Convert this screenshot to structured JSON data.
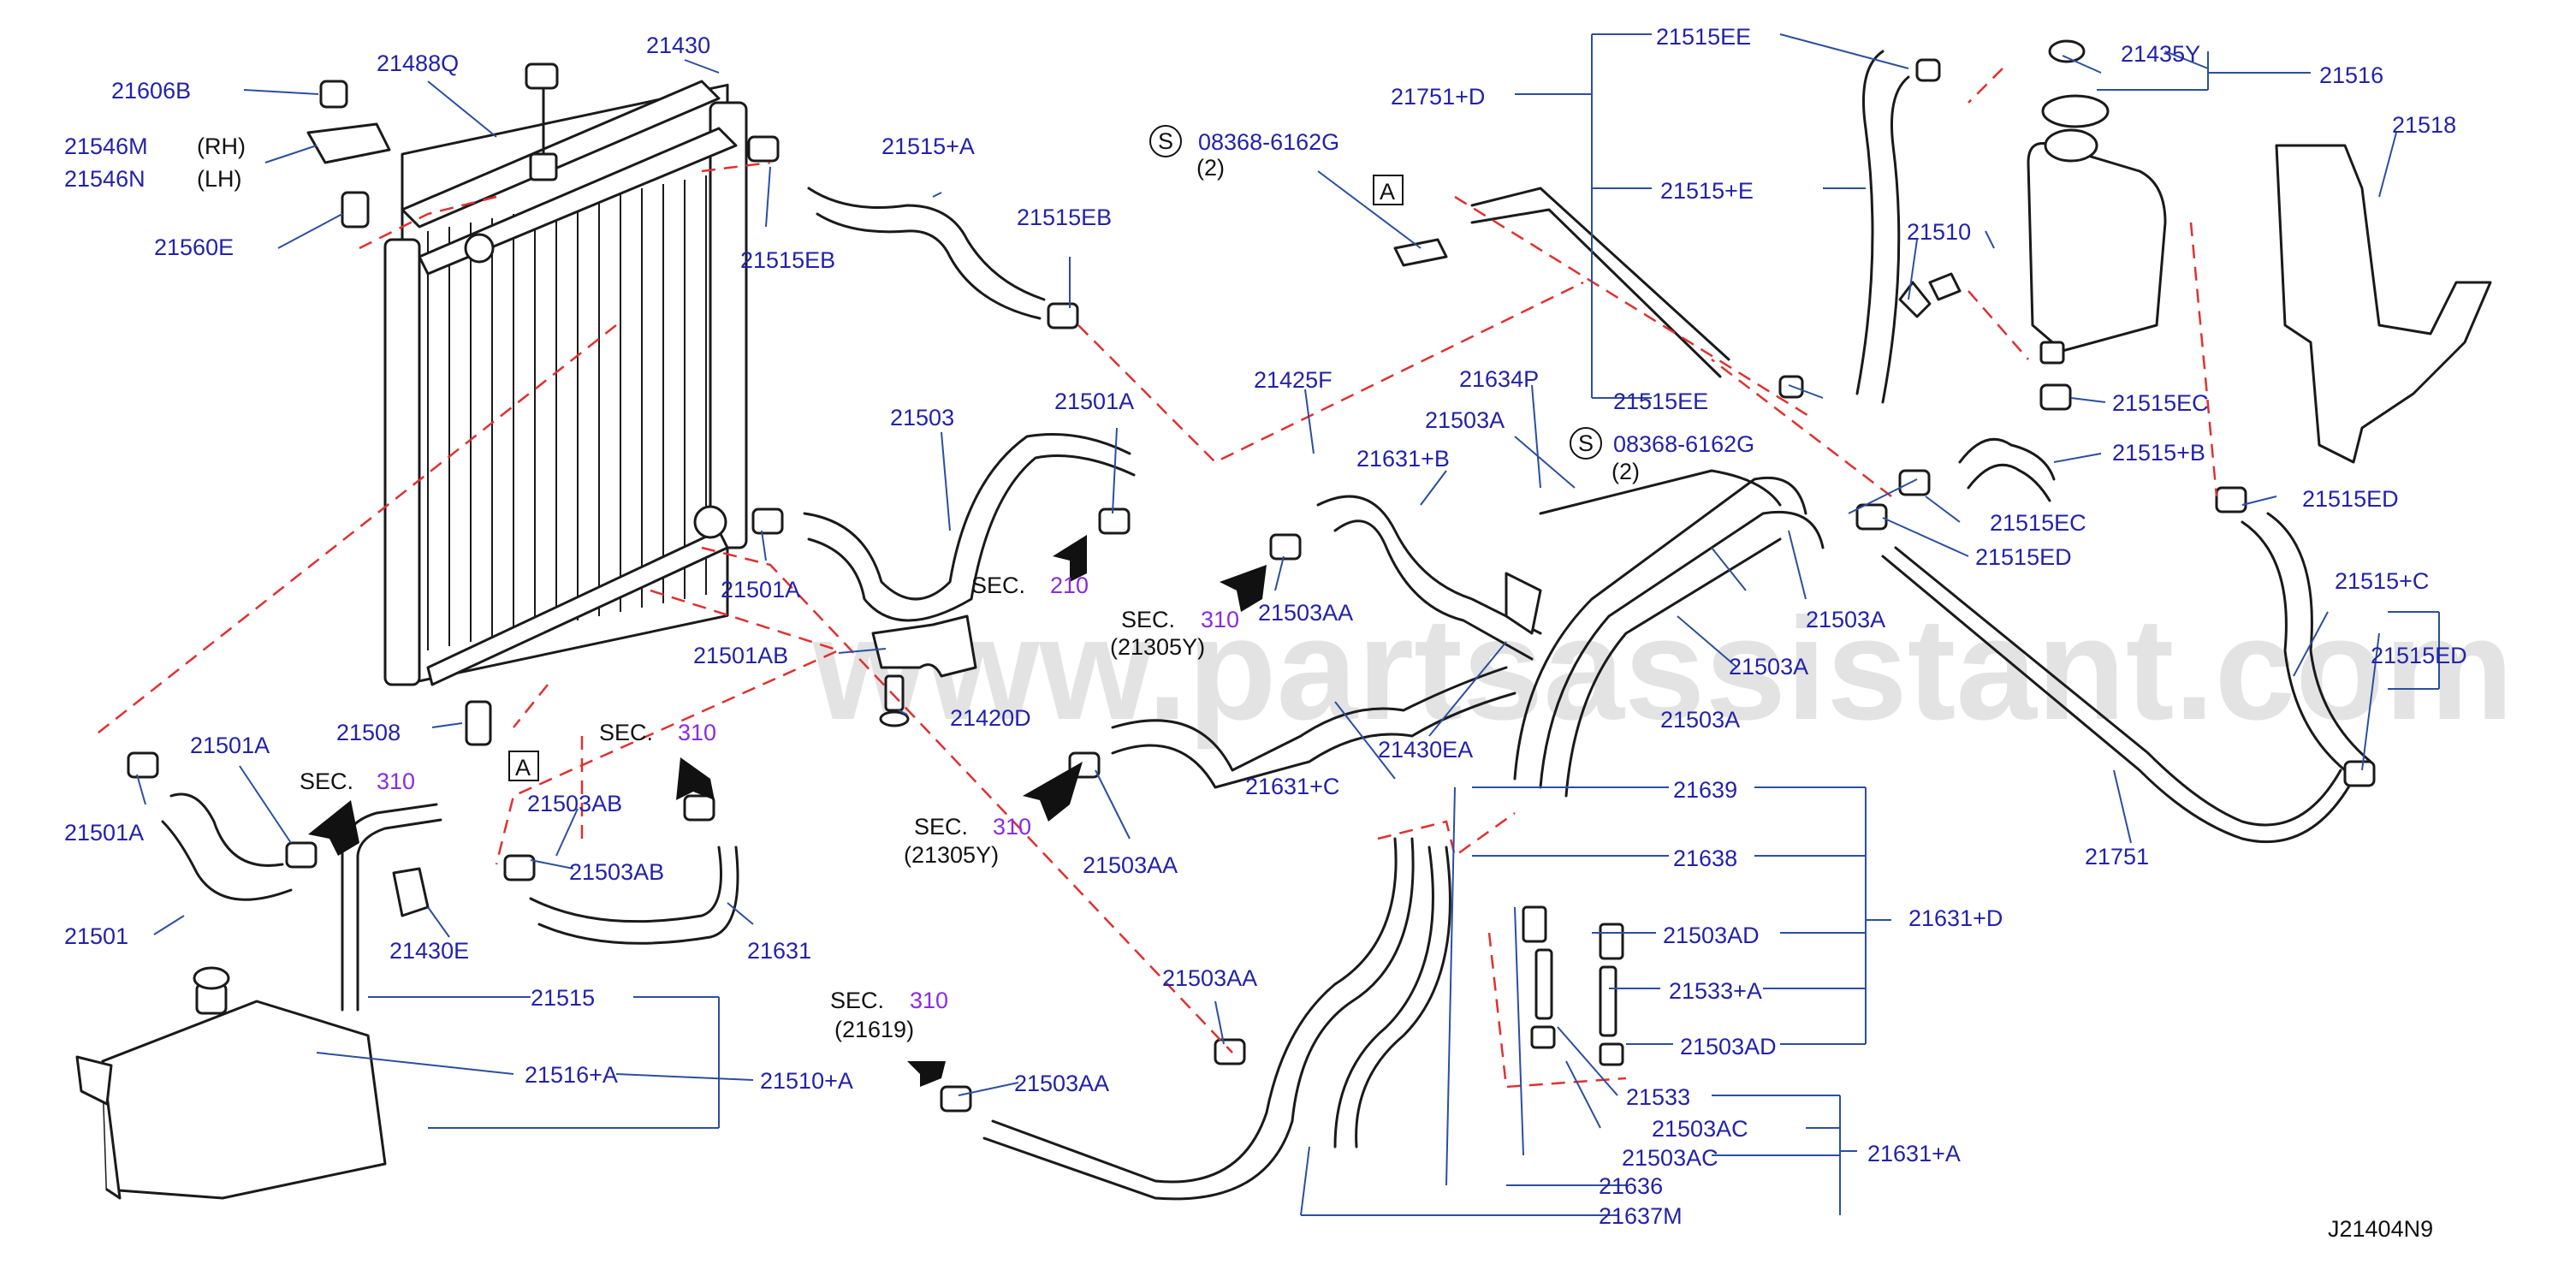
{
  "diagram": {
    "code": "J21404N9",
    "watermark": "www.partsassistant.com"
  },
  "labels": {
    "l21606B": "21606B",
    "l21488Q": "21488Q",
    "l21430": "21430",
    "l21546M": "21546M",
    "rh": "(RH)",
    "l21546N": "21546N",
    "lh": "(LH)",
    "l21560E": "21560E",
    "l21515EB_a": "21515EB",
    "l21515pA": "21515+A",
    "l21515EB_b": "21515EB",
    "l21503": "21503",
    "l21501A_a": "21501A",
    "l21501A_b": "21501A",
    "l21501AB": "21501AB",
    "l21420D": "21420D",
    "l21508": "21508",
    "l21501A_c": "21501A",
    "l21501A_d": "21501A",
    "l21501": "21501",
    "l21503AB_a": "21503AB",
    "l21503AB_b": "21503AB",
    "l21430E": "21430E",
    "l21631": "21631",
    "l21515": "21515",
    "l21516pA": "21516+A",
    "l21510pA": "21510+A",
    "l21751pD": "21751+D",
    "l21515EE_a": "21515EE",
    "l21515pE": "21515+E",
    "l21515EE_b": "21515EE",
    "l08368_a": "08368-6162G",
    "qty_a": "(2)",
    "l08368_b": "08368-6162G",
    "qty_b": "(2)",
    "l21425F": "21425F",
    "l21634P": "21634P",
    "l21503A_a": "21503A",
    "l21631pB": "21631+B",
    "l21503AA_a": "21503AA",
    "l21631pC": "21631+C",
    "l21430EA": "21430EA",
    "l21503AA_b": "21503AA",
    "l21503A_b": "21503A",
    "l21503A_c": "21503A",
    "l21503A_d": "21503A",
    "l21435Y": "21435Y",
    "l21516": "21516",
    "l21518": "21518",
    "l21510": "21510",
    "l21515EC_a": "21515EC",
    "l21515pB": "21515+B",
    "l21515EC_b": "21515EC",
    "l21515ED_a": "21515ED",
    "l21515ED_b": "21515ED",
    "l21515pC": "21515+C",
    "l21515ED_c": "21515ED",
    "l21751": "21751",
    "l21639": "21639",
    "l21638": "21638",
    "l21631pD": "21631+D",
    "l21503AD_a": "21503AD",
    "l21533pA": "21533+A",
    "l21503AD_b": "21503AD",
    "l21533": "21533",
    "l21503AC_a": "21503AC",
    "l21503AC_b": "21503AC",
    "l21631pA": "21631+A",
    "l21636": "21636",
    "l21637M": "21637M",
    "l21503AA_c": "21503AA",
    "l21503AA_d": "21503AA",
    "ref_A_a": "A",
    "ref_A_b": "A",
    "s_a": "S",
    "s_b": "S"
  },
  "sections": [
    {
      "sec": "SEC.",
      "num": "210",
      "ref": ""
    },
    {
      "sec": "SEC.",
      "num": "310",
      "ref": "(21305Y)"
    },
    {
      "sec": "SEC.",
      "num": "310",
      "ref": ""
    },
    {
      "sec": "SEC.",
      "num": "310",
      "ref": ""
    },
    {
      "sec": "SEC.",
      "num": "310",
      "ref": "(21305Y)"
    },
    {
      "sec": "SEC.",
      "num": "310",
      "ref": "(21619)"
    }
  ]
}
